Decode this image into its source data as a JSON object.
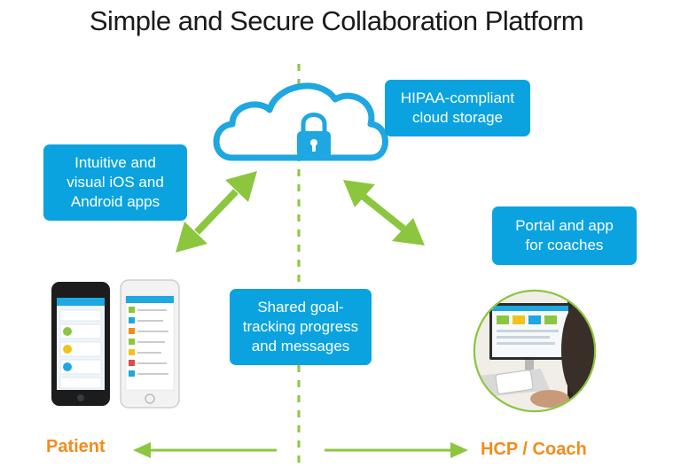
{
  "title": "Simple and Secure Collaboration Platform",
  "callouts": {
    "cloud": "HIPAA-compliant\ncloud storage",
    "apps": "Intuitive and\nvisual iOS and\nAndroid apps",
    "coaches": "Portal and app\nfor coaches",
    "shared": "Shared goal-\ntracking progress\nand messages"
  },
  "roles": {
    "patient": "Patient",
    "coach": "HCP / Coach"
  },
  "colors": {
    "accent_blue": "#0aa3e0",
    "arrow_green": "#8cc63f",
    "role_orange": "#f28c1c",
    "cloud_blue": "#1ea7e1"
  },
  "icons": [
    "cloud-icon",
    "lock-icon",
    "phone-icon",
    "computer-icon"
  ]
}
